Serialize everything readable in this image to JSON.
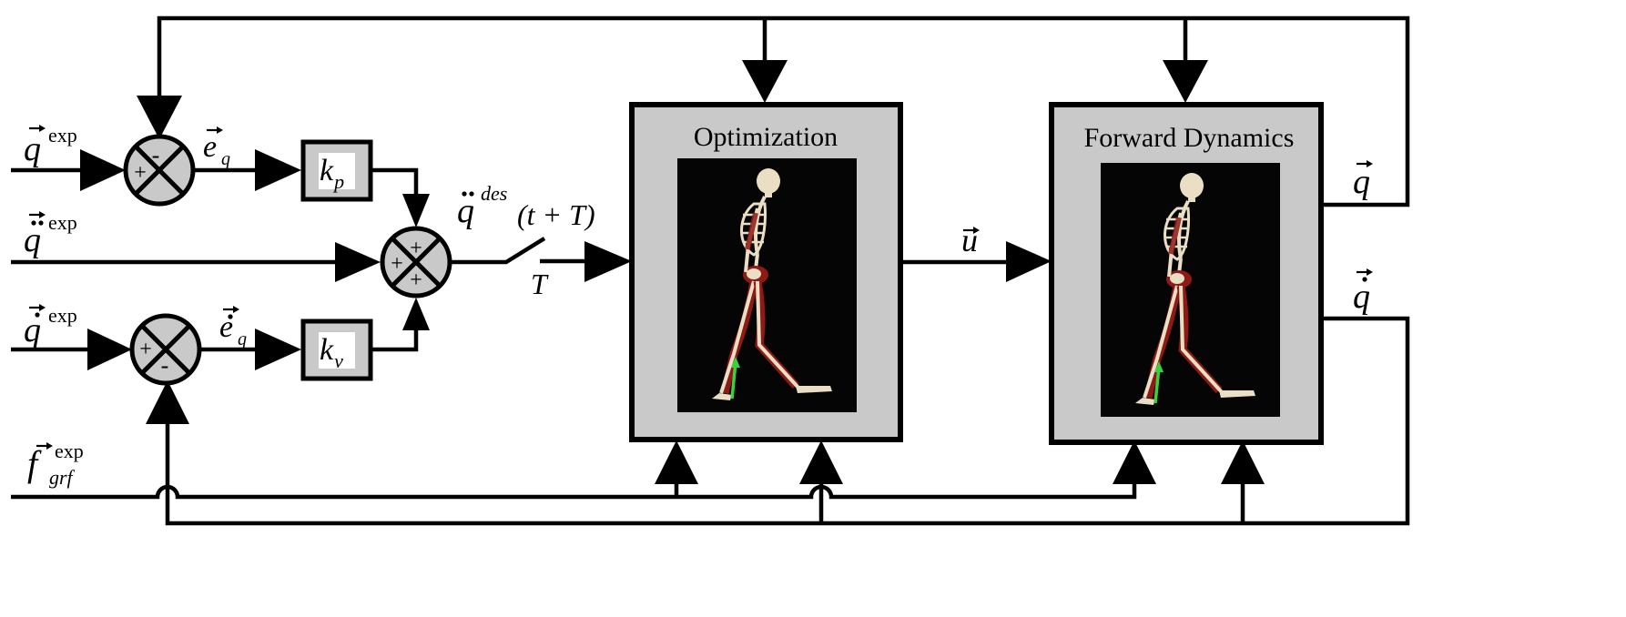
{
  "inputs": {
    "q_exp": {
      "symbol": "q",
      "accent": "vec",
      "superscript": "exp"
    },
    "qddot_exp": {
      "symbol": "q",
      "accent": "vec-ddot",
      "superscript": "exp"
    },
    "qdot_exp": {
      "symbol": "q",
      "accent": "vec-dot",
      "superscript": "exp"
    },
    "f_grf_exp": {
      "symbol": "f",
      "accent": "vec",
      "subscript": "grf",
      "superscript": "exp"
    }
  },
  "signals": {
    "e_q": {
      "symbol": "e",
      "accent": "vec",
      "subscript": "q"
    },
    "edot_q": {
      "symbol": "e",
      "accent": "vec-dot",
      "subscript": "q"
    },
    "q_des": {
      "symbol": "q",
      "accent": "ddot",
      "superscript": "des",
      "argument": "(t + T)"
    },
    "switch_label": "T",
    "u": {
      "symbol": "u",
      "accent": "vec"
    },
    "q_out": {
      "symbol": "q",
      "accent": "vec"
    },
    "qdot_out": {
      "symbol": "q",
      "accent": "vec-dot"
    }
  },
  "gains": {
    "kp": {
      "symbol": "k",
      "subscript": "p"
    },
    "kv": {
      "symbol": "k",
      "subscript": "v"
    }
  },
  "summing_junctions": {
    "position_error": {
      "left_sign": "+",
      "top_sign": "-"
    },
    "velocity_error": {
      "left_sign": "+",
      "bottom_sign": "-"
    },
    "desired_acceleration": {
      "top_sign": "+",
      "left_sign": "+",
      "bottom_sign": "+"
    }
  },
  "blocks": {
    "optimization": {
      "title": "Optimization",
      "image": "walking-skeleton-with-muscles"
    },
    "forward_dynamics": {
      "title": "Forward Dynamics",
      "image": "walking-skeleton-with-muscles"
    }
  },
  "colors": {
    "block_fill": "#c9c9c9",
    "line": "#000000",
    "image_background": "#050505",
    "bone": "#eadfc4",
    "muscle": "#8e1a16",
    "force_vector": "#3ad23a"
  }
}
